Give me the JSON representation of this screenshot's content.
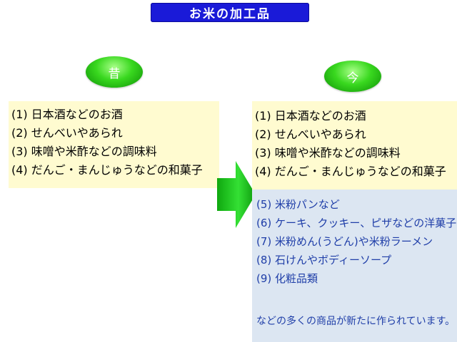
{
  "title": "お米の加工品",
  "past_label": "昔",
  "now_label": "今",
  "past_items": [
    "(1)  日本酒などのお酒",
    "(2)  せんべいやあられ",
    "(3)  味噌や米酢などの調味料",
    "(4)  だんご・まんじゅうなどの和菓子"
  ],
  "now_items": [
    "(1)  日本酒などのお酒",
    "(2)  せんべいやあられ",
    "(3)  味噌や米酢などの調味料",
    "(4)  だんご・まんじゅうなどの和菓子"
  ],
  "new_items": [
    "(5)  米粉パンなど",
    "(6)  ケーキ、クッキー、ピザなどの洋菓子",
    "(7)  米粉めん(うどん)や米粉ラーメン",
    "(8)  石けんやボディーソープ",
    "(9)  化粧品類"
  ],
  "summary": "などの多くの商品が新たに作られています。",
  "colors": {
    "title_bg": "#1a1ad8",
    "oval_green": "#2ec51a",
    "past_bg": "#fffbd0",
    "new_bg": "#dce6f2",
    "new_text": "#1f3ea8",
    "arrow_green": "#22cc22"
  },
  "icons": {
    "transition": "right-arrow-icon"
  }
}
